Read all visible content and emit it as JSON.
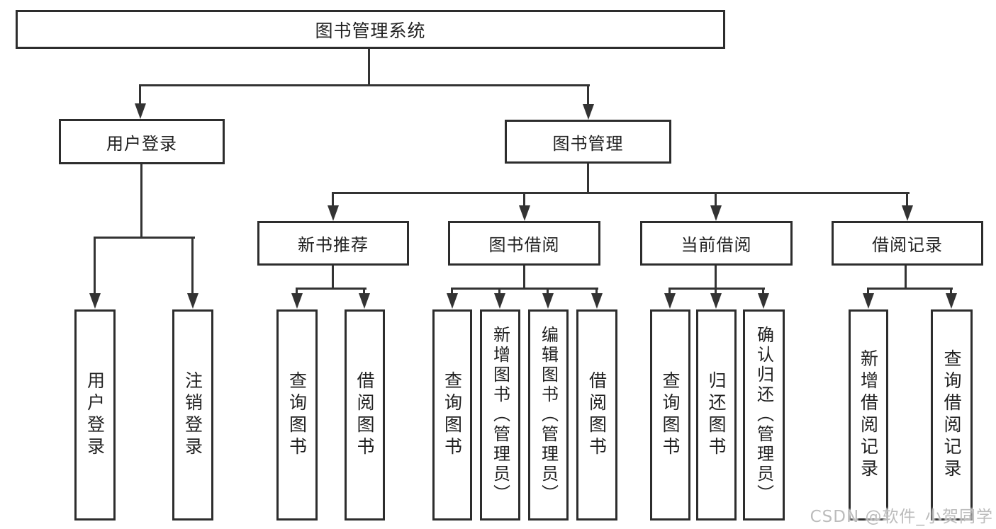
{
  "tree": {
    "root": {
      "label": "图书管理系统"
    },
    "user_login": {
      "label": "用户登录",
      "children": [
        {
          "label": "用户登录"
        },
        {
          "label": "注销登录"
        }
      ]
    },
    "book_mgmt": {
      "label": "图书管理",
      "children": {
        "new_book": {
          "label": "新书推荐",
          "children": [
            {
              "label": "查询图书"
            },
            {
              "label": "借阅图书"
            }
          ]
        },
        "borrow": {
          "label": "图书借阅",
          "children": [
            {
              "label": "查询图书"
            },
            {
              "label": "新增图书（管理员）"
            },
            {
              "label": "编辑图书（管理员）"
            },
            {
              "label": "借阅图书"
            }
          ]
        },
        "current": {
          "label": "当前借阅",
          "children": [
            {
              "label": "查询图书"
            },
            {
              "label": "归还图书"
            },
            {
              "label": "确认归还（管理员）"
            }
          ]
        },
        "records": {
          "label": "借阅记录",
          "children": [
            {
              "label": "新增借阅记录"
            },
            {
              "label": "查询借阅记录"
            }
          ]
        }
      }
    }
  },
  "watermark": {
    "text": "CSDN @软件_小贺同学"
  },
  "colors": {
    "line": "#333333",
    "box_border": "#2d2d2d",
    "text": "#212121",
    "watermark_text": "#bcbcbc",
    "background": "#ffffff"
  }
}
